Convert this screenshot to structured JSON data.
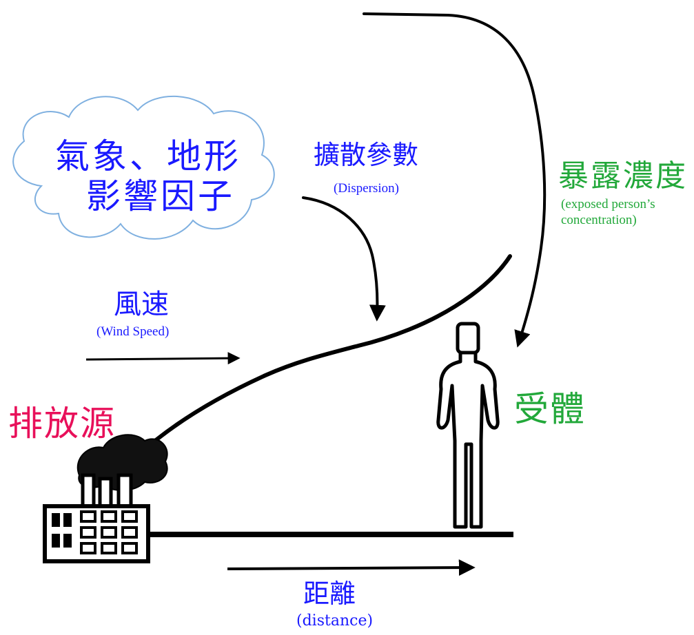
{
  "labels": {
    "cloud_line1": "氣象、地形",
    "cloud_line2": "影響因子",
    "dispersion_zh": "擴散參數",
    "dispersion_en": "(Dispersion)",
    "concentration_zh": "暴露濃度",
    "concentration_en_line1": "(exposed person’s",
    "concentration_en_line2": "concentration)",
    "wind_zh": "風速",
    "wind_en": "(Wind Speed)",
    "source_zh": "排放源",
    "receptor_zh": "受體",
    "distance_zh": "距離",
    "distance_en": "(distance)"
  },
  "colors": {
    "blue_text": "#1a1aff",
    "green_text": "#22a83a",
    "magenta_text": "#e8105a",
    "cloud_outline": "#7fb0e0",
    "line": "#000000"
  },
  "icons": {
    "cloud": "cloud-icon",
    "factory": "factory-icon",
    "person": "person-icon"
  }
}
